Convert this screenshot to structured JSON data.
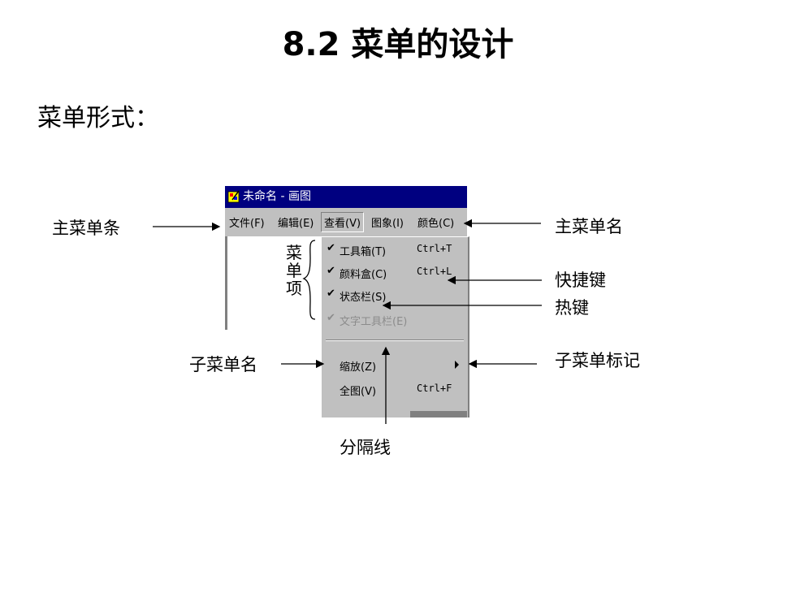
{
  "title": "8.2 菜单的设计",
  "subtitle": "菜单形式：",
  "window": {
    "title": "未命名 - 画图",
    "menus": [
      "文件(F)",
      "编辑(E)",
      "查看(V)",
      "图象(I)",
      "颜色(C)"
    ],
    "active_menu": "查看(V)"
  },
  "dropdown": {
    "items": [
      {
        "check": "✔",
        "label": "工具箱(T)",
        "shortcut": "Ctrl+T"
      },
      {
        "check": "✔",
        "label": "颜料盒(C)",
        "shortcut": "Ctrl+L"
      },
      {
        "check": "✔",
        "label": "状态栏(S)",
        "shortcut": ""
      },
      {
        "check": "✔",
        "label": "文字工具栏(E)",
        "shortcut": "",
        "disabled": true
      },
      {
        "check": "",
        "label": "缩放(Z)",
        "shortcut": "",
        "submenu": true
      },
      {
        "check": "",
        "label": "全图(V)",
        "shortcut": "Ctrl+F"
      }
    ]
  },
  "annotations": {
    "main_menubar": "主菜单条",
    "main_menu_name": "主菜单名",
    "menu_items": "菜单项",
    "shortcut_key": "快捷键",
    "hotkey": "热键",
    "submenu_name": "子菜单名",
    "submenu_mark": "子菜单标记",
    "separator": "分隔线"
  }
}
